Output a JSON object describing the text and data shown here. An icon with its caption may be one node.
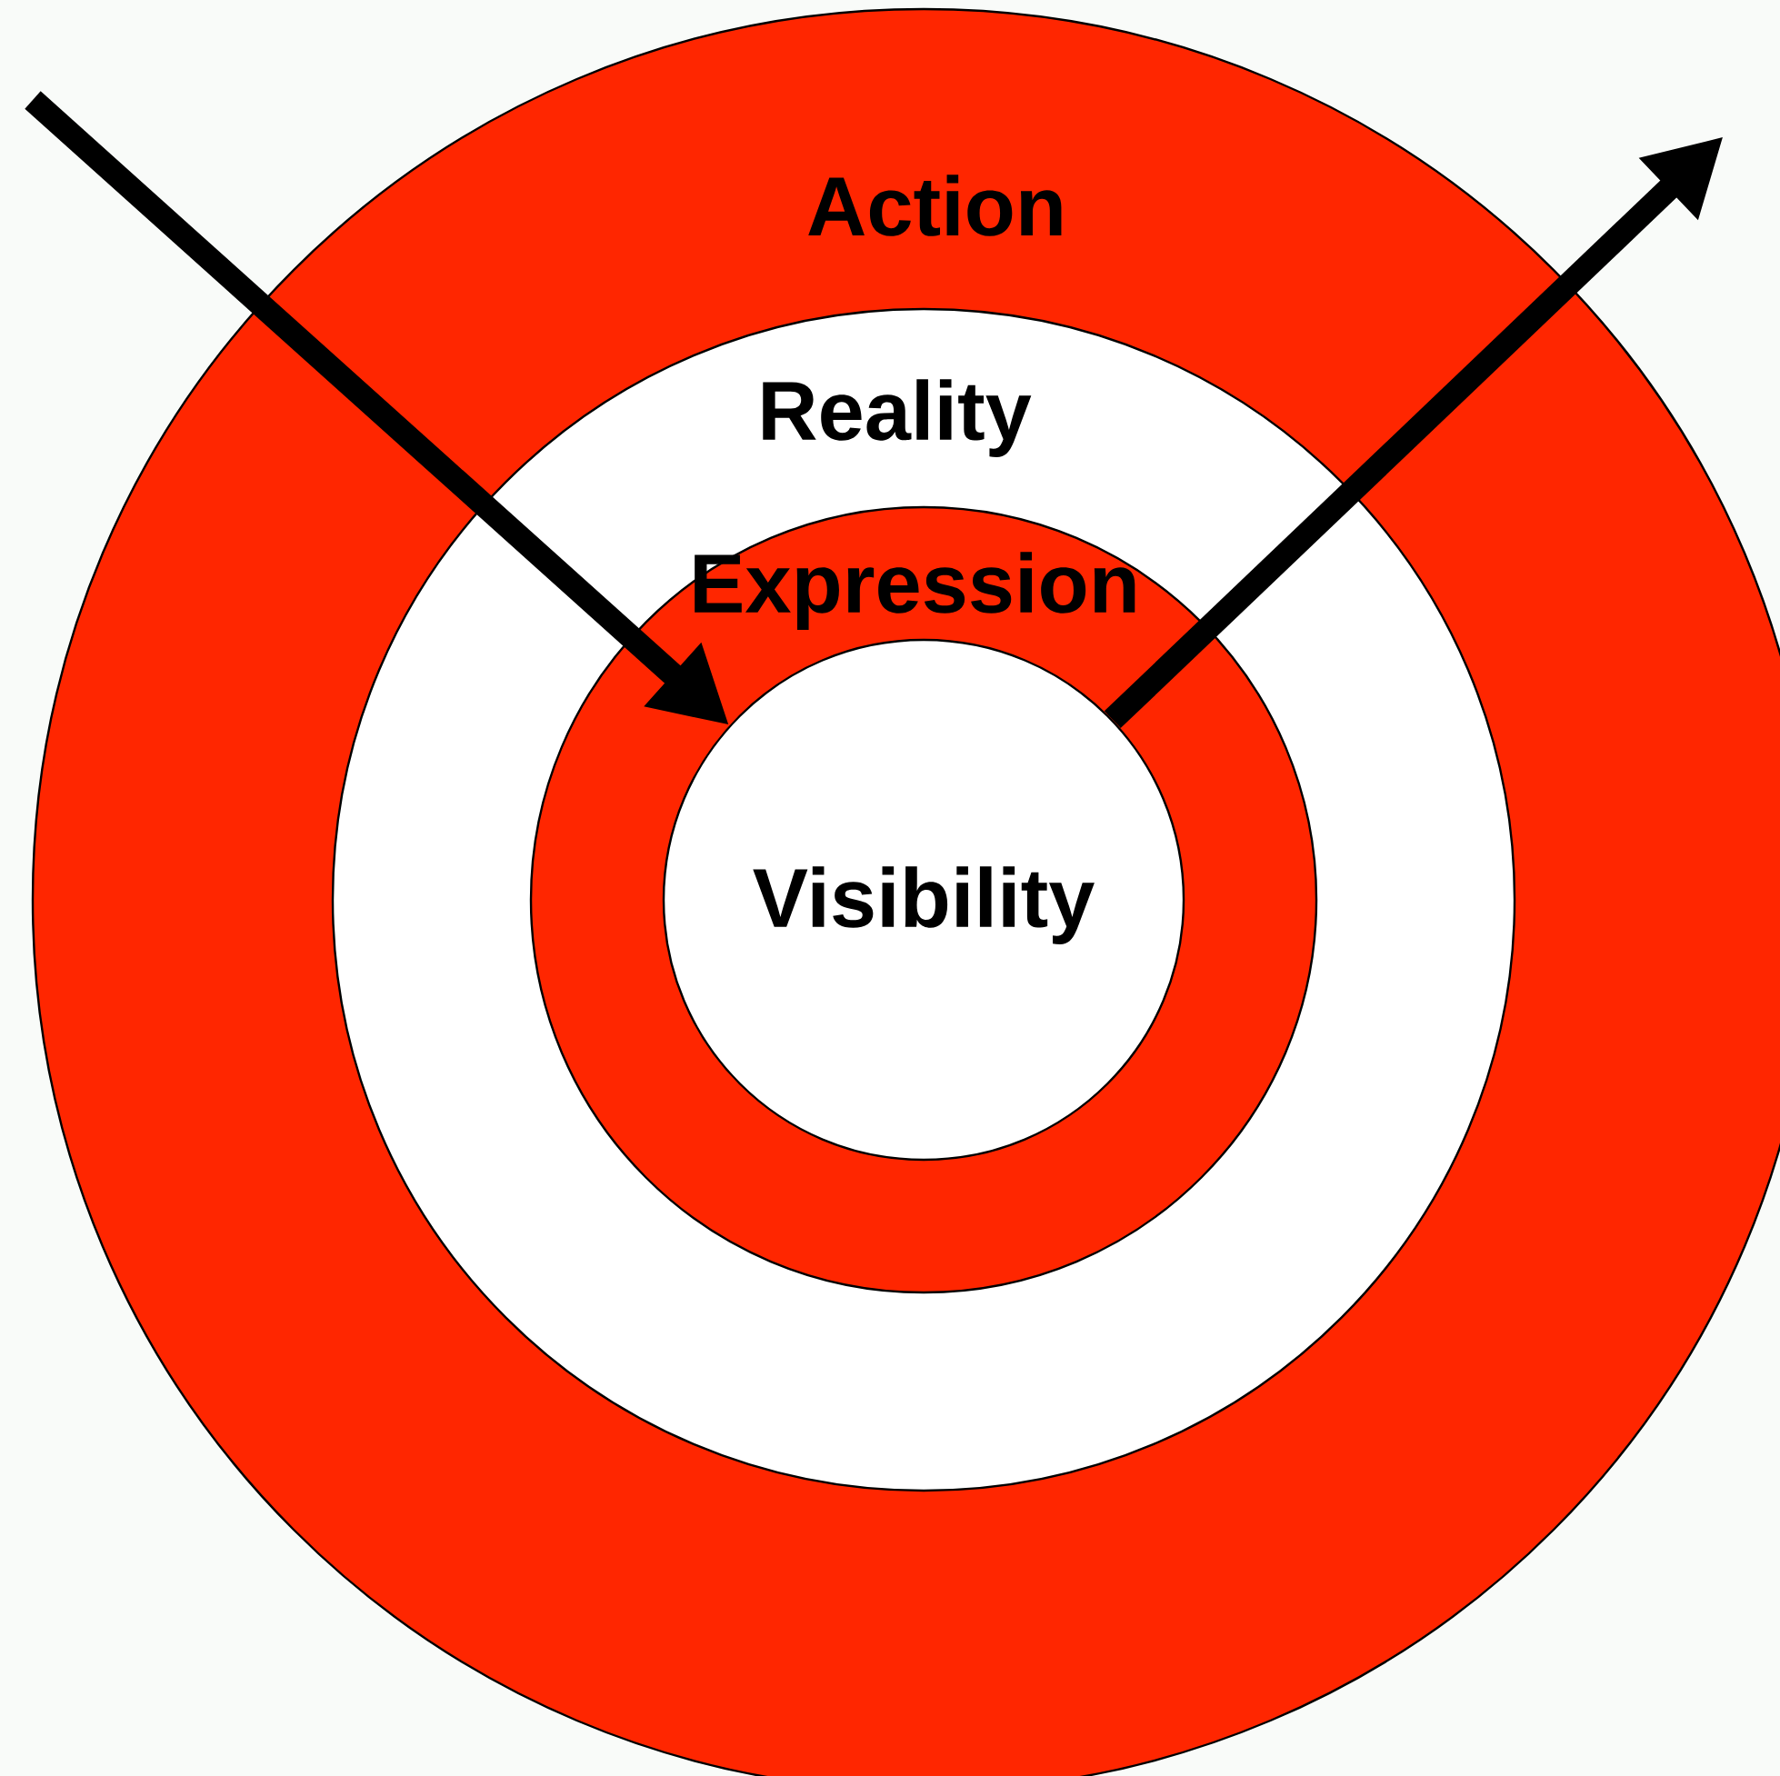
{
  "diagram": {
    "nodes": [
      {
        "text": [
          "Action"
        ]
      },
      {
        "text": [
          "Reality"
        ],
        "in": 0
      },
      {
        "text": [
          "Expression"
        ],
        "in": 1
      },
      {
        "text": [
          "Visibility"
        ],
        "in": 2
      }
    ],
    "edges": [
      {
        "from": null,
        "to": 3,
        "arrow": "to"
      },
      {
        "from": 3,
        "to": null,
        "arrow": "to"
      }
    ]
  }
}
